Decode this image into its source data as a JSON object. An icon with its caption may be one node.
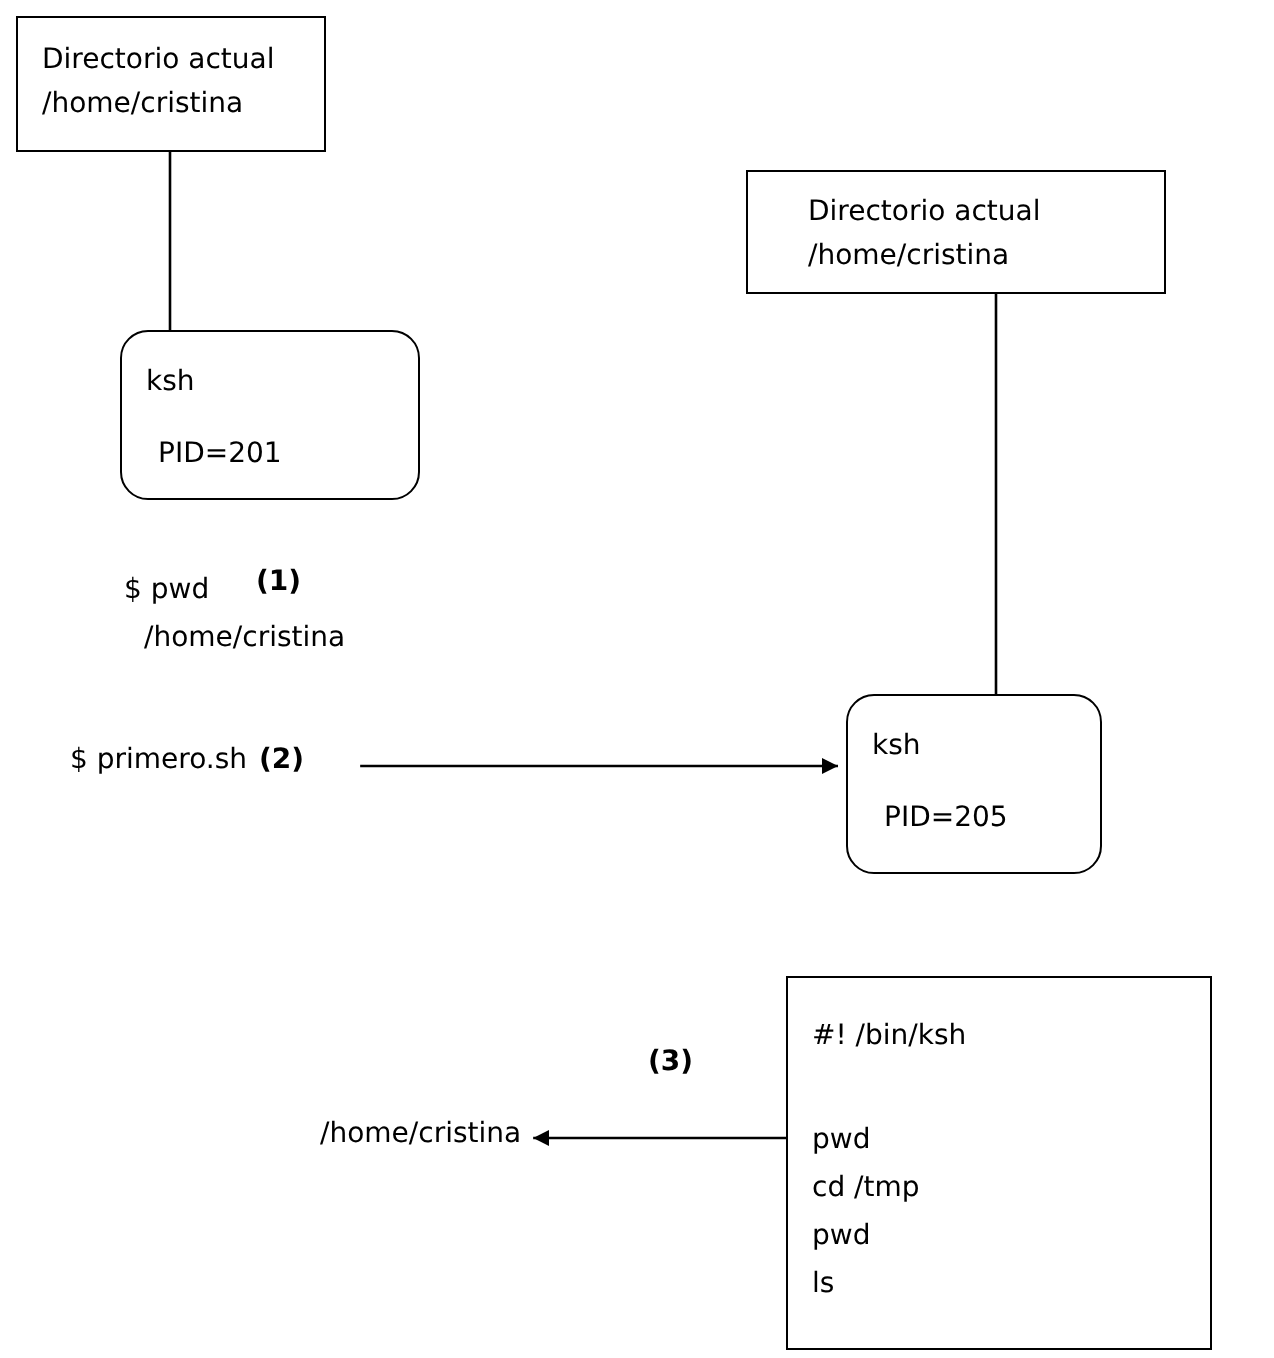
{
  "diagram": {
    "nodes": [
      {
        "text": [
          "Directorio actual /home/cristina"
        ]
      },
      {
        "text": [
          "ksh",
          "PID=201"
        ]
      },
      {
        "text": [
          "Directorio actual /home/cristina"
        ]
      },
      {
        "text": [
          "ksh",
          "PID=205"
        ]
      },
      {
        "text": [
          "#! /bin/ksh",
          "pwd",
          "cd /tmp",
          "pwd",
          "ls"
        ]
      },
      {
        "text": [
          "$ primero.sh"
        ],
        "beside": [
          "(2)"
        ]
      },
      {
        "text": [
          "/home/cristina"
        ]
      }
    ],
    "edges": [
      {
        "from": 0,
        "to": 1,
        "arrow": "none"
      },
      {
        "from": 2,
        "to": 3,
        "arrow": "none"
      },
      {
        "from": 5,
        "to": 3,
        "arrow": "to"
      },
      {
        "from": 4,
        "to": 6,
        "arrow": "to",
        "label": "(3)"
      }
    ],
    "labels": [
      "$ pwd",
      "(1)",
      "/home/cristina"
    ]
  }
}
